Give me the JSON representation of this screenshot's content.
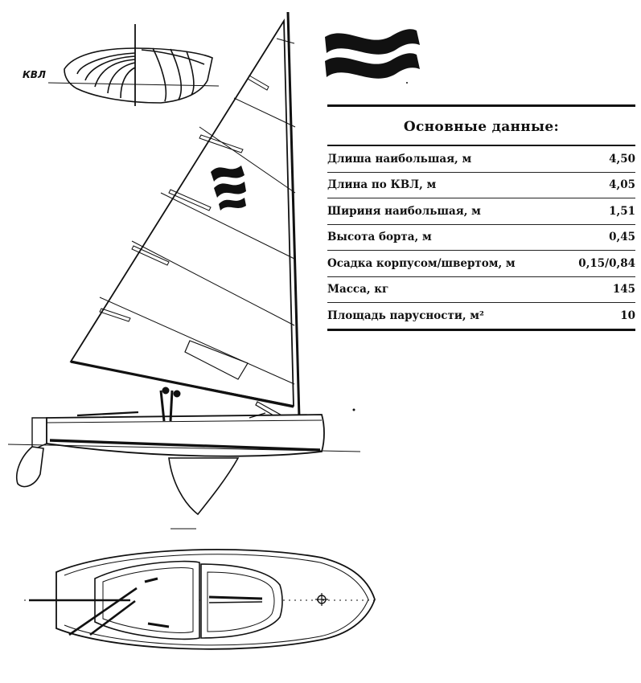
{
  "section_label": "КВЛ",
  "specs": {
    "title": "Основные данные:",
    "rows": [
      {
        "label": "Длиша наибольшая, м",
        "value": "4,50"
      },
      {
        "label": "Длина по КВЛ, м",
        "value": "4,05"
      },
      {
        "label": "Шириня наибольшая, м",
        "value": "1,51"
      },
      {
        "label": "Высота борта, м",
        "value": "0,45"
      },
      {
        "label": "Осадка корпусом/швертом, м",
        "value": "0,15/0,84"
      },
      {
        "label": "Масса, кг",
        "value": "145"
      },
      {
        "label": "Площадь парусности, м²",
        "value": "10"
      }
    ]
  },
  "colors": {
    "ink": "#111111",
    "paper": "#ffffff"
  },
  "icons": [
    "wave-logo-icon",
    "sail-insignia-icon"
  ]
}
